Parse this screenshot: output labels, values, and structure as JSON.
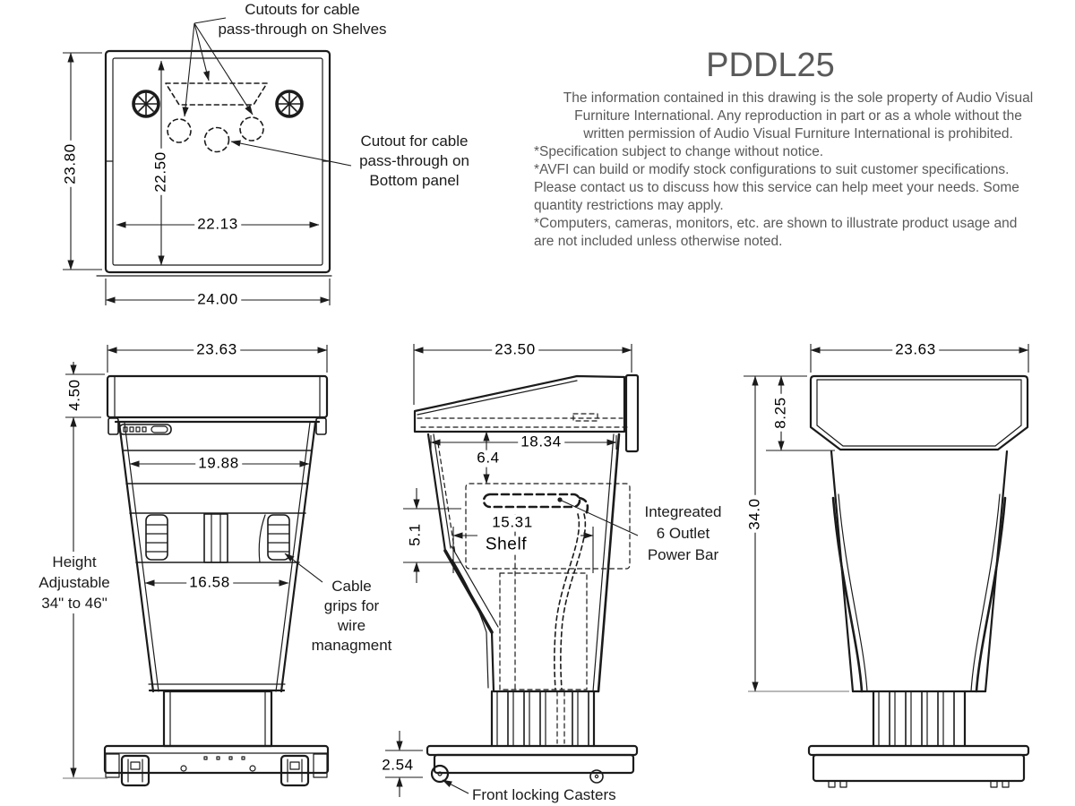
{
  "title": "PDDL25",
  "disclaimer": {
    "lines": [
      "The information contained in this drawing is the sole property of Audio Visual",
      "Furniture International. Any reproduction in part or as a whole without the",
      "written permission of Audio Visual Furniture International is prohibited.",
      "*Specification subject to change without notice.",
      "*AVFI can build or modify stock configurations to suit customer specifications.",
      "Please contact us to discuss how this service can help meet your needs. Some",
      "quantity restrictions may apply.",
      "*Computers, cameras, monitors, etc. are shown to illustrate product usage and",
      "are not included unless otherwise noted."
    ]
  },
  "top_view": {
    "dims": {
      "outer_height": "23.80",
      "inner_height": "22.50",
      "inner_width": "22.13",
      "outer_width": "24.00"
    },
    "labels": {
      "cutouts": [
        "Cutouts for cable",
        "pass-through on Shelves"
      ],
      "bottom_cutout": [
        "Cutout for cable",
        "pass-through on",
        "Bottom panel"
      ]
    }
  },
  "front_view": {
    "dims": {
      "top_width": "23.63",
      "top_height": "4.50",
      "upper_width": "19.88",
      "lower_width": "16.58"
    },
    "labels": {
      "height_adjustable": [
        "Height",
        "Adjustable",
        "34\" to 46\""
      ],
      "cable_grips": [
        "Cable",
        "grips for",
        "wire",
        "managment"
      ]
    }
  },
  "side_view": {
    "dims": {
      "top_depth": "23.50",
      "desk_depth": "18.34",
      "shelf_drop": "6.4",
      "shelf_depth": "15.31",
      "shelf_word": "Shelf",
      "shelf_front_drop": "5.1",
      "base_height": "2.54"
    },
    "labels": {
      "power_bar": [
        "Integreated",
        "6 Outlet",
        "Power Bar"
      ],
      "casters": "Front locking Casters"
    }
  },
  "rear_view": {
    "dims": {
      "top_width": "23.63",
      "panel_height": "8.25",
      "body_height": "34.0"
    }
  }
}
